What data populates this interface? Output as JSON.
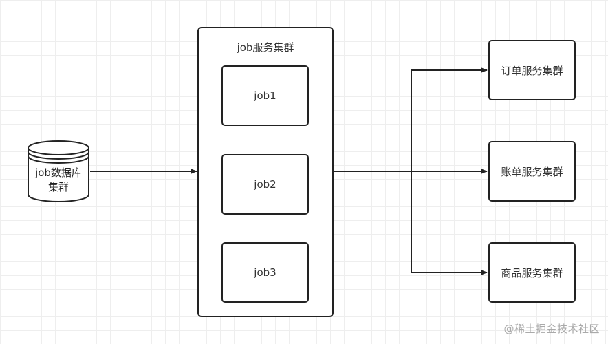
{
  "diagram": {
    "database": {
      "line1": "job数据库",
      "line2": "集群"
    },
    "cluster": {
      "title": "job服务集群",
      "jobs": [
        "job1",
        "job2",
        "job3"
      ]
    },
    "services": [
      "订单服务集群",
      "账单服务集群",
      "商品服务集群"
    ]
  },
  "watermark": "@稀土掘金技术社区",
  "colors": {
    "stroke": "#222222",
    "grid": "#eeeeee",
    "background": "#ffffff",
    "watermark": "#aaaaaa"
  }
}
